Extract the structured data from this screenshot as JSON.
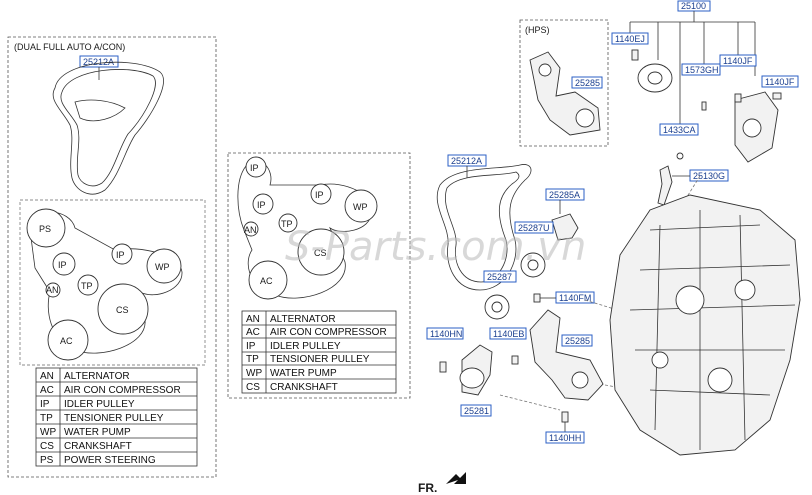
{
  "left_panel": {
    "title": "(DUAL FULL AUTO A/CON)",
    "belt_part": "25212A",
    "pulleys": [
      "PS",
      "IP",
      "WP",
      "IP",
      "AN",
      "TP",
      "CS",
      "AC"
    ],
    "legend": [
      {
        "code": "AN",
        "desc": "ALTERNATOR"
      },
      {
        "code": "AC",
        "desc": "AIR CON COMPRESSOR"
      },
      {
        "code": "IP",
        "desc": "IDLER PULLEY"
      },
      {
        "code": "TP",
        "desc": "TENSIONER PULLEY"
      },
      {
        "code": "WP",
        "desc": "WATER PUMP"
      },
      {
        "code": "CS",
        "desc": "CRANKSHAFT"
      },
      {
        "code": "PS",
        "desc": "POWER STEERING"
      }
    ]
  },
  "middle_panel": {
    "pulleys": [
      "IP",
      "IP",
      "IP",
      "WP",
      "AN",
      "TP",
      "CS",
      "AC"
    ],
    "legend": [
      {
        "code": "AN",
        "desc": "ALTERNATOR"
      },
      {
        "code": "AC",
        "desc": "AIR CON COMPRESSOR"
      },
      {
        "code": "IP",
        "desc": "IDLER PULLEY"
      },
      {
        "code": "TP",
        "desc": "TENSIONER PULLEY"
      },
      {
        "code": "WP",
        "desc": "WATER PUMP"
      },
      {
        "code": "CS",
        "desc": "CRANKSHAFT"
      }
    ]
  },
  "hps_panel": {
    "title": "(HPS)",
    "part": "25285"
  },
  "parts": {
    "p25100": "25100",
    "p1140EJ": "1140EJ",
    "p1573GH": "1573GH",
    "p1140JF_a": "1140JF",
    "p1140JF_b": "1140JF",
    "p1433CA": "1433CA",
    "p25130G": "25130G",
    "p25212A": "25212A",
    "p25285A": "25285A",
    "p25287U": "25287U",
    "p25287": "25287",
    "p1140FM": "1140FM",
    "p1140EB": "1140EB",
    "p1140HN": "1140HN",
    "p25285": "25285",
    "p25281": "25281",
    "p1140HH": "1140HH"
  },
  "watermark": "S-Parts.com.vn",
  "front_label": "FR."
}
